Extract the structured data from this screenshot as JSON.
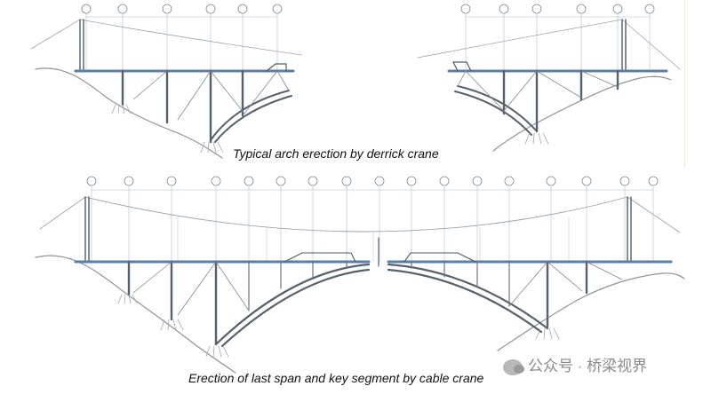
{
  "captions": {
    "top": "Typical arch erection by derrick crane",
    "bottom": "Erection of last span and key segment by cable crane"
  },
  "watermark": {
    "text": "公众号 · 桥梁视界",
    "icon": "wechat-icon"
  },
  "colors": {
    "deck": "#5b7ea6",
    "steel": "#55606b",
    "cable": "#8a96a3",
    "ground": "#9aa0a6",
    "grid": "#9fb0c4"
  }
}
